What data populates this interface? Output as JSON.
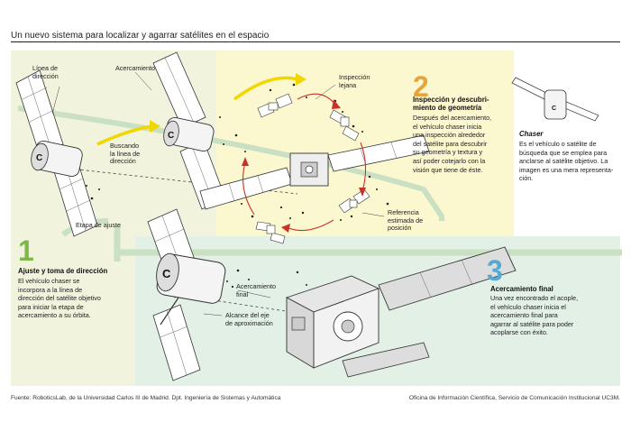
{
  "header": {
    "title": "Un nuevo sistema para localizar y agarrar satélites en el espacio"
  },
  "labels": {
    "linea_direccion": [
      "Línea de",
      "dirección"
    ],
    "acercamiento": "Acercamiento",
    "buscando": [
      "Buscando",
      "la línea de",
      "dirección"
    ],
    "etapa_ajuste": "Etapa de ajuste",
    "inspeccion_lejana": [
      "Inspección",
      "lejana"
    ],
    "referencia": [
      "Referencia",
      "estimada de",
      "posición"
    ],
    "acercamiento_final": [
      "Acercamiento",
      "final"
    ],
    "alcance": [
      "Alcance del eje",
      "de aproximación"
    ],
    "sat_letter": "C"
  },
  "steps": {
    "s1": {
      "number": "1",
      "title": "Ajuste y toma de dirección",
      "lines": [
        "El vehículo chaser se",
        "incorpora a la  línea de",
        "dirección del satélite objetivo",
        "para iniciar la etapa de",
        "acercamiento a su órbita."
      ]
    },
    "s2": {
      "number": "2",
      "title": [
        "Inspección y descubri-",
        "miento de geometría"
      ],
      "lines": [
        "Después del acercamiento,",
        "el vehículo chaser inicia",
        "una inspección alrededor",
        "del satélite para descubrir",
        "su geometría y textura y",
        "así poder cotejarlo con la",
        "visión que tiene de éste."
      ]
    },
    "s3": {
      "number": "3",
      "title": "Acercamiento final",
      "lines": [
        "Una vez encontrado el acople,",
        "el vehículo chaser inicia el",
        "acercamiento final para",
        "agarrar al satélite para poder",
        "acoplarse con éxito."
      ]
    }
  },
  "chaser_box": {
    "title": "Chaser",
    "lines": [
      "Es el vehículo o satélite de",
      "búsqueda que se emplea para",
      "anclarse al satélite objetivo. La",
      "imagen es una mera representa-",
      "ción."
    ]
  },
  "footer": {
    "left": "Fuente: RoboticsLab, de la Universidad Carlos III de Madrid. Dpt. Ingeniería de Sistemas y Automática",
    "right": "Oficina de Información Científica, Servicio de Comunicación Institucional UC3M."
  },
  "colors": {
    "panel1": "#f1f3dd",
    "panel2": "#fbf7cf",
    "panel3": "#e2f0e6",
    "num1": "#7fb84a",
    "num2": "#e6a53a",
    "num3": "#55a9d6",
    "yellow_arrow": "#f2d600",
    "red_arrow": "#c8322a",
    "green_track": "#b7d9b4"
  }
}
